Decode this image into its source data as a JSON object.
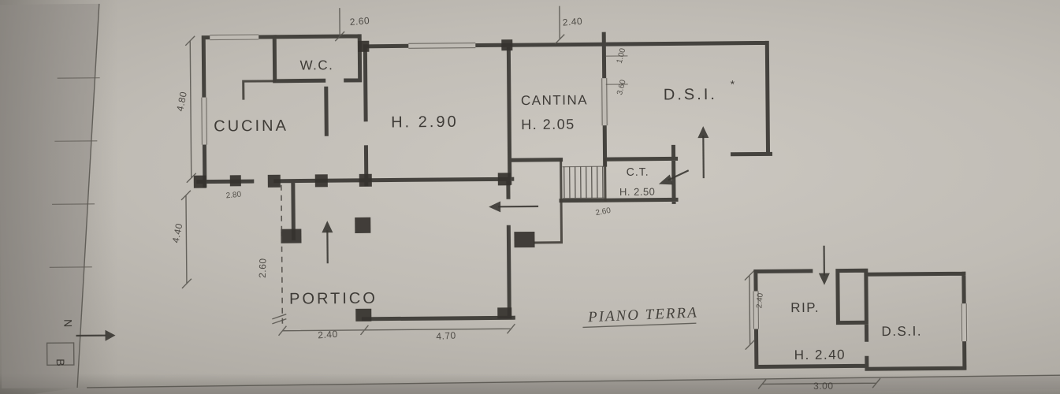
{
  "palette": {
    "paper": "#bdb9b1",
    "ink": "#34312d",
    "faint": "#55524c"
  },
  "rooms": {
    "wc": "W.C.",
    "cucina": "CUCINA",
    "main_height": "H. 2.90",
    "cantina": "CANTINA",
    "cantina_height": "H. 2.05",
    "dsi_upper": "D.S.I.",
    "dsi_mark": "*",
    "ct": "C.T.",
    "ct_height": "H. 2.50",
    "portico": "PORTICO",
    "rip": "RIP.",
    "rip_height": "H. 2.40",
    "dsi_lower": "D.S.I."
  },
  "floor": {
    "label": "PIANO TERRA"
  },
  "compass": {
    "letter": "N",
    "box": "B"
  },
  "dimensions": {
    "top_center": "2.60",
    "top_right": "2.40",
    "left_upper": "4.80",
    "left_lower": "4.40",
    "cucina_bottom": "2.80",
    "portico_left": "2.60",
    "portico_bottom_left": "2.40",
    "portico_bottom": "4.70",
    "stair_bottom": "2.60",
    "cantina_right_upper": "1.00",
    "cantina_right_lower": "3.60",
    "annex_left": "2.40",
    "annex_bottom": "3.00"
  }
}
